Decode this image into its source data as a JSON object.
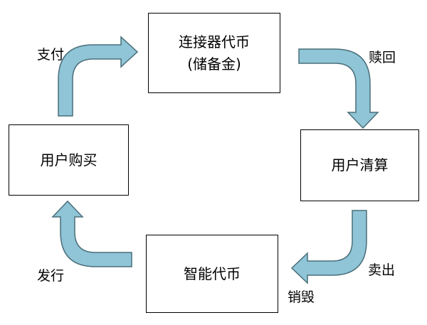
{
  "nodes": {
    "connector_token": {
      "line1": "连接器代币",
      "line2": "(储备金)"
    },
    "user_settlement": {
      "label": "用户清算"
    },
    "smart_token": {
      "label": "智能代币"
    },
    "user_purchase": {
      "label": "用户购买"
    }
  },
  "edges": {
    "pay": "支付",
    "redeem": "赎回",
    "sell": "卖出",
    "burn": "销毁",
    "issue": "发行"
  },
  "colors": {
    "arrow_fill": "#8FC5D6",
    "arrow_stroke": "#4A6E7A",
    "box_border": "#000000"
  }
}
